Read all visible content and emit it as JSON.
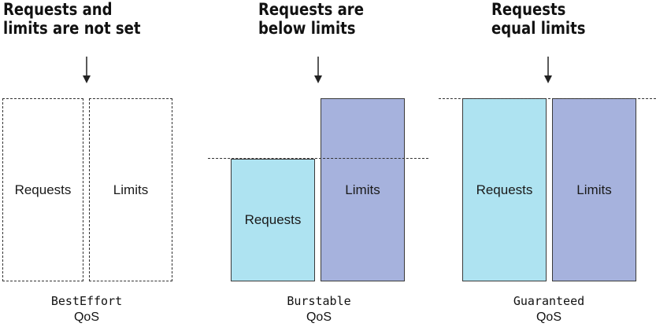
{
  "columns": [
    {
      "heading_line1": "Requests and",
      "heading_line2": "limits are not set",
      "requests_label": "Requests",
      "limits_label": "Limits",
      "class_name": "BestEffort",
      "qos_label": "QoS"
    },
    {
      "heading_line1": "Requests are",
      "heading_line2": "below limits",
      "requests_label": "Requests",
      "limits_label": "Limits",
      "class_name": "Burstable",
      "qos_label": "QoS"
    },
    {
      "heading_line1": "Requests",
      "heading_line2": "equal limits",
      "requests_label": "Requests",
      "limits_label": "Limits",
      "class_name": "Guaranteed",
      "qos_label": "QoS"
    }
  ],
  "colors": {
    "requests_fill": "#aee3f1",
    "limits_fill": "#a6b2dd",
    "outline": "#333333"
  }
}
